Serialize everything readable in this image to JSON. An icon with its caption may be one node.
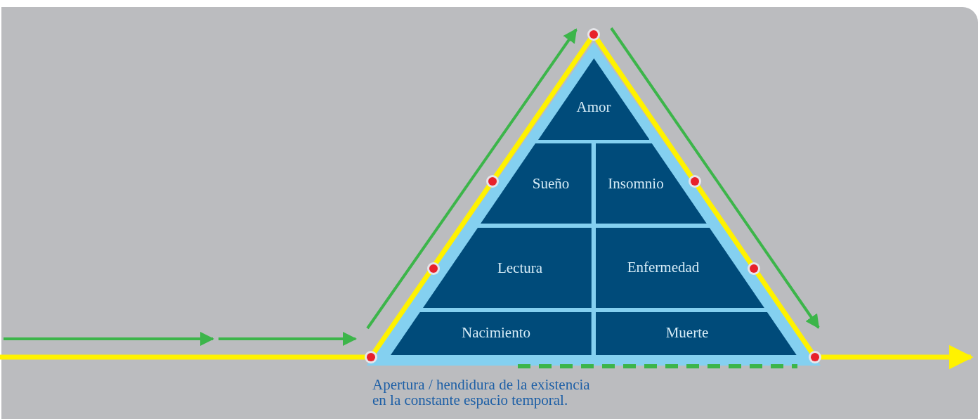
{
  "diagram": {
    "nodes": [
      {
        "text": [
          "Amor"
        ]
      },
      {
        "text": [
          "Sueño"
        ]
      },
      {
        "text": [
          "Insomnio"
        ]
      },
      {
        "text": [
          "Lectura"
        ]
      },
      {
        "text": [
          "Enfermedad"
        ]
      },
      {
        "text": [
          "Nacimiento"
        ]
      },
      {
        "text": [
          "Muerte"
        ]
      }
    ],
    "labels": [
      "Apertura / hendidura de la existencia en la constante espacio temporal."
    ]
  }
}
